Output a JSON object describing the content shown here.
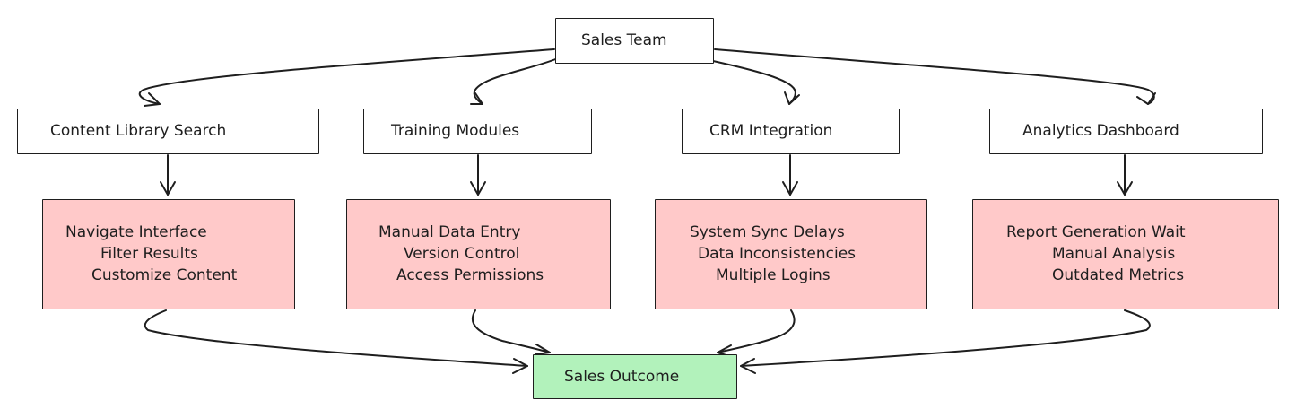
{
  "diagram": {
    "root": {
      "label": "Sales Team"
    },
    "tools": [
      {
        "label": "Content Library Search",
        "pain_points": [
          "Navigate Interface",
          "Filter Results",
          "Customize Content"
        ]
      },
      {
        "label": "Training Modules",
        "pain_points": [
          "Manual Data Entry",
          "Version Control",
          "Access Permissions"
        ]
      },
      {
        "label": "CRM Integration",
        "pain_points": [
          "System Sync Delays",
          "Data Inconsistencies",
          "Multiple Logins"
        ]
      },
      {
        "label": "Analytics Dashboard",
        "pain_points": [
          "Report Generation Wait",
          "Manual Analysis",
          "Outdated Metrics"
        ]
      }
    ],
    "outcome": {
      "label": "Sales Outcome"
    },
    "colors": {
      "stroke": "#1e1e1e",
      "tool_fill": "#ffffff",
      "pain_fill": "#ffc9c9",
      "outcome_fill": "#b2f2bb"
    }
  }
}
